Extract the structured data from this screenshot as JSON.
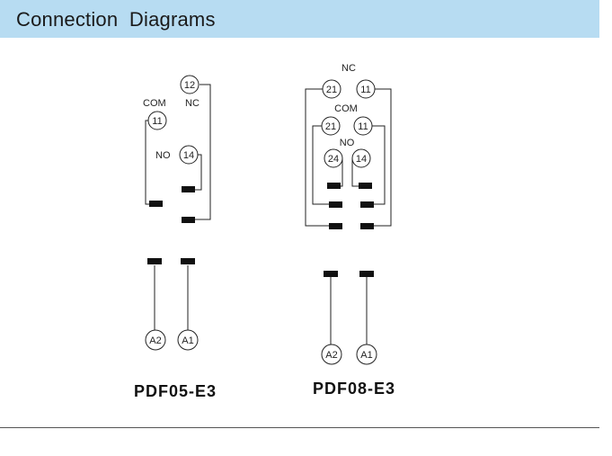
{
  "header": {
    "title": "Connection  Diagrams"
  },
  "diagrams": [
    {
      "model": "PDF05-E3",
      "labels": {
        "com": "COM",
        "nc": "NC",
        "no": "NO"
      },
      "terminals": {
        "t12": "12",
        "t11": "11",
        "t14": "14",
        "a2": "A2",
        "a1": "A1"
      }
    },
    {
      "model": "PDF08-E3",
      "labels": {
        "nc": "NC",
        "com": "COM",
        "no": "NO"
      },
      "terminals": {
        "nc21": "21",
        "nc11": "11",
        "com21": "21",
        "com11": "11",
        "no24": "24",
        "no14": "14",
        "a2": "A2",
        "a1": "A1"
      }
    }
  ]
}
